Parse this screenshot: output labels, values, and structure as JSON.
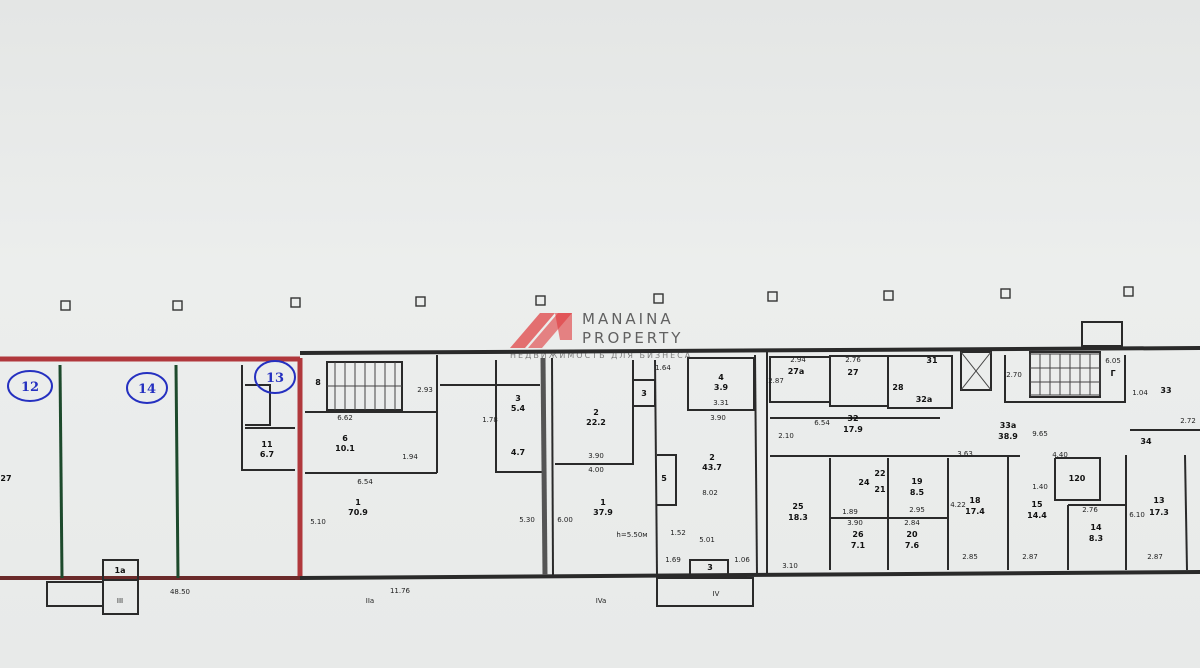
{
  "plan": {
    "axis_labels": {
      "IIa": "IIa",
      "III": "III",
      "IVa": "IVa",
      "IV": "IV",
      "one_a": "1a"
    },
    "total_length": "48.50",
    "blue_markers": [
      "12",
      "14",
      "13"
    ],
    "rooms_left": [
      {
        "n": "",
        "a": "27"
      },
      {
        "n": "11",
        "a": "6.7"
      },
      {
        "n": "8",
        "a": ""
      },
      {
        "n": "6",
        "a": "10.1"
      },
      {
        "n": "1",
        "a": "70.9"
      },
      {
        "n": "3",
        "a": "5.4"
      },
      {
        "n": "",
        "a": "4.7"
      },
      {
        "n": "2",
        "a": "22.2"
      },
      {
        "n": "1",
        "a": "37.9"
      },
      {
        "n": "3",
        "a": ""
      },
      {
        "n": "5",
        "a": ""
      },
      {
        "n": "4",
        "a": "3.9"
      },
      {
        "n": "2",
        "a": "43.7"
      },
      {
        "n": "3",
        "a": ""
      }
    ],
    "dims_left": [
      "6.62",
      "1.94",
      "6.54",
      "2.93",
      "11.76",
      "5.10",
      "5.30",
      "1.78",
      "3.90",
      "4.00",
      "6.00",
      "h=5.50м",
      "1.52",
      "1.64",
      "3.31",
      "3.90",
      "8.02",
      "5.01",
      "1.69",
      "1.06"
    ],
    "rooms_right": [
      {
        "n": "27a",
        "a": ""
      },
      {
        "n": "27",
        "a": ""
      },
      {
        "n": "31",
        "a": ""
      },
      {
        "n": "28",
        "a": ""
      },
      {
        "n": "32a",
        "a": ""
      },
      {
        "n": "32",
        "a": "17.9"
      },
      {
        "n": "33a",
        "a": "38.9"
      },
      {
        "n": "Г",
        "a": ""
      },
      {
        "n": "33",
        "a": ""
      },
      {
        "n": "34",
        "a": ""
      },
      {
        "n": "25",
        "a": "18.3"
      },
      {
        "n": "24",
        "a": ""
      },
      {
        "n": "22",
        "a": ""
      },
      {
        "n": "21",
        "a": ""
      },
      {
        "n": "19",
        "a": "8.5"
      },
      {
        "n": "26",
        "a": "7.1"
      },
      {
        "n": "20",
        "a": "7.6"
      },
      {
        "n": "18",
        "a": "17.4"
      },
      {
        "n": "15",
        "a": "14.4"
      },
      {
        "n": "120",
        "a": ""
      },
      {
        "n": "14",
        "a": "8.3"
      },
      {
        "n": "13",
        "a": "17.3"
      }
    ],
    "dims_right": [
      "2.94",
      "2.87",
      "2.76",
      "6.54",
      "2.10",
      "9.65",
      "3.63",
      "6.05",
      "2.70",
      "1.04",
      "2.72",
      "3.10",
      "1.89",
      "2.95",
      "3.90",
      "2.84",
      "4.22",
      "2.85",
      "4.40",
      "1.40",
      "2.87",
      "2.76",
      "6.10",
      "2.87"
    ]
  },
  "watermark": {
    "brand_line1": "MANAINA",
    "brand_line2": "PROPERTY",
    "tagline": "НЕДВИЖИМОСТЬ ДЛЯ БИЗНЕСА",
    "accent": "#e0393c"
  }
}
